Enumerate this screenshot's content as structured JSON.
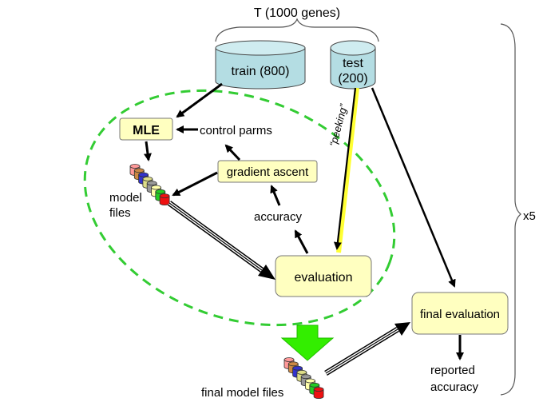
{
  "title": "T (1000 genes)",
  "cylinders": {
    "train": "train (800)",
    "test_line1": "test",
    "test_line2": "(200)"
  },
  "boxes": {
    "mle": "MLE",
    "gradient_ascent": "gradient ascent",
    "evaluation": "evaluation",
    "final_evaluation": "final evaluation"
  },
  "labels": {
    "control_parms": "control parms",
    "model_files_line1": "model",
    "model_files_line2": "files",
    "accuracy": "accuracy",
    "peeking": "“peeking”",
    "final_model_files": "final model files",
    "reported_line1": "reported",
    "reported_line2": "accuracy",
    "repeat": "x5"
  },
  "colors": {
    "cylinder_fill": "#b4dde3",
    "box_fill": "#ffffc0",
    "loop_dash": "#33cc33",
    "big_arrow": "#33ee00",
    "peek_highlight": "#ffff33",
    "file_colors": [
      "#ff9999",
      "#cc8844",
      "#3333cc",
      "#dddd88",
      "#999999",
      "#ffffaa",
      "#22cc22",
      "#ee1111"
    ]
  }
}
